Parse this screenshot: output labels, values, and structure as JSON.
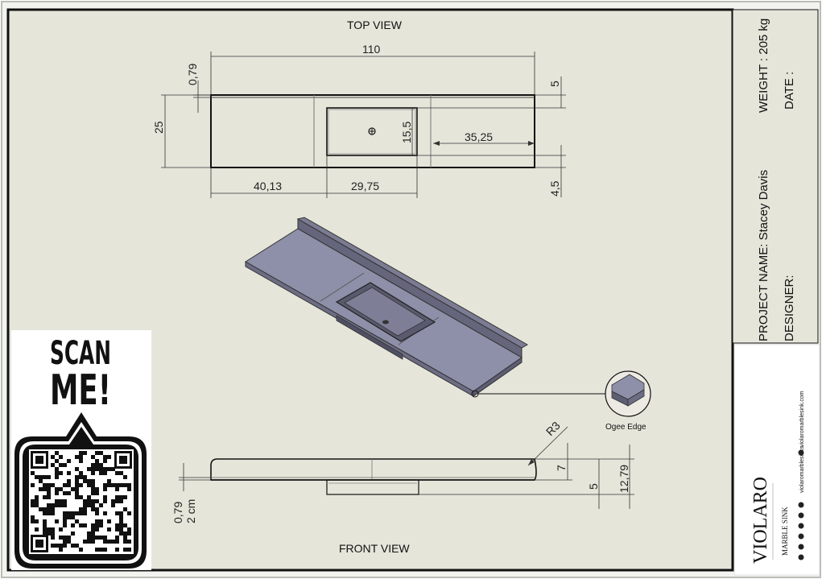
{
  "views": {
    "top_view_label": "TOP VIEW",
    "front_view_label": "FRONT VIEW"
  },
  "top_dims": {
    "overall_length": "110",
    "backsplash_thickness": "0,79",
    "depth": "25",
    "back_offset": "5",
    "basin_depth": "15,5",
    "right_section": "35,25",
    "front_offset": "4,5",
    "left_section": "40,13",
    "basin_width": "29,75"
  },
  "front_dims": {
    "radius": "R3",
    "height_7": "7",
    "height_5": "5",
    "total_height": "12,79",
    "thickness_a": "0,79",
    "thickness_b": "2 cm"
  },
  "detail": {
    "label": "Ogee Edge"
  },
  "title_block": {
    "weight": "WEIGHT : 205 kg",
    "date": "DATE :",
    "project_name": "PROJECT NAME: Stacey Davis",
    "designer": "DESIGNER:"
  },
  "brand": {
    "name": "VIOLARO",
    "tagline": "MARBLE SINK",
    "web_a": "violaromarblesinks",
    "web_b": "violaromarblesink.com"
  },
  "qr": {
    "line1": "SCAN",
    "line2": "ME!"
  },
  "colors": {
    "paper": "#e6e5da",
    "frame": "#111111",
    "sink_top": "#8e8fa8",
    "sink_side": "#6c6d84"
  }
}
